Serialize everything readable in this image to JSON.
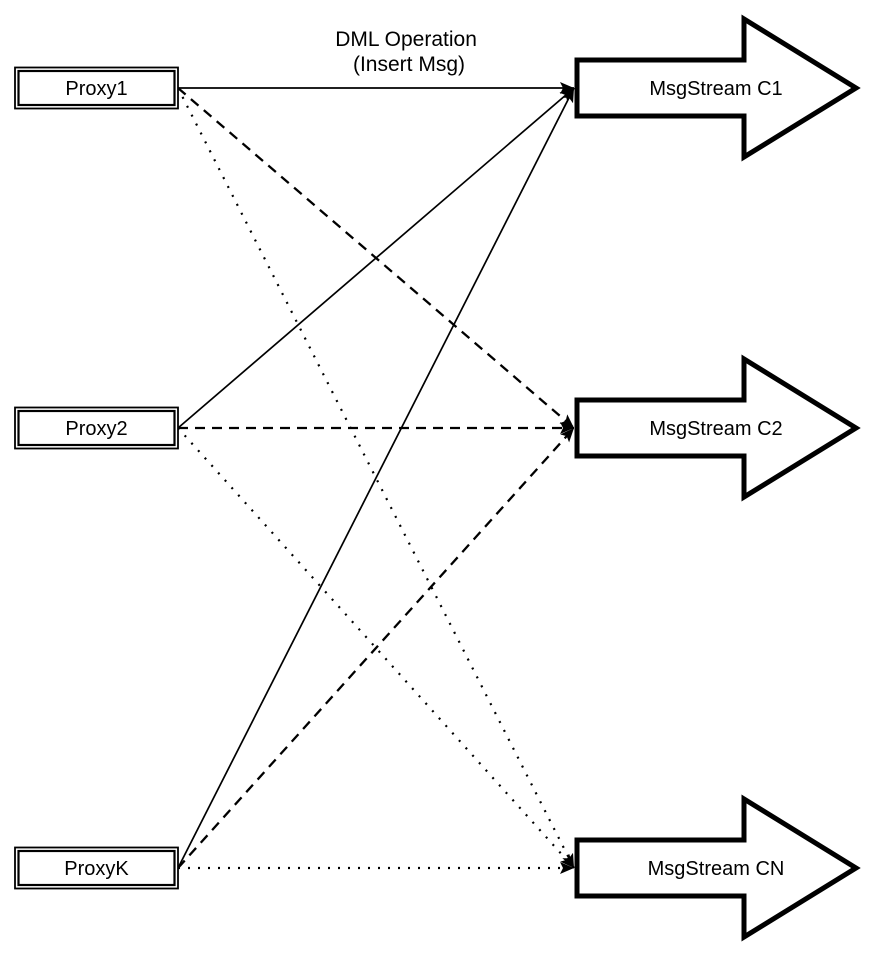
{
  "diagram": {
    "title_line1": "DML Operation",
    "title_line2": "(Insert Msg)",
    "proxies": [
      {
        "id": "proxy1",
        "label": "Proxy1"
      },
      {
        "id": "proxy2",
        "label": "Proxy2"
      },
      {
        "id": "proxyk",
        "label": "ProxyK"
      }
    ],
    "streams": [
      {
        "id": "c1",
        "label": "MsgStream C1"
      },
      {
        "id": "c2",
        "label": "MsgStream C2"
      },
      {
        "id": "cn",
        "label": "MsgStream CN"
      }
    ],
    "edges": [
      {
        "from": "proxy1",
        "to": "c1",
        "style": "solid"
      },
      {
        "from": "proxy1",
        "to": "c2",
        "style": "dashed"
      },
      {
        "from": "proxy1",
        "to": "cn",
        "style": "dotted"
      },
      {
        "from": "proxy2",
        "to": "c1",
        "style": "solid"
      },
      {
        "from": "proxy2",
        "to": "c2",
        "style": "dashed"
      },
      {
        "from": "proxy2",
        "to": "cn",
        "style": "dotted"
      },
      {
        "from": "proxyk",
        "to": "c1",
        "style": "solid"
      },
      {
        "from": "proxyk",
        "to": "c2",
        "style": "dashed"
      },
      {
        "from": "proxyk",
        "to": "cn",
        "style": "dotted"
      }
    ],
    "colors": {
      "line": "#000000",
      "fill": "#ffffff",
      "background": "#ffffff"
    }
  }
}
